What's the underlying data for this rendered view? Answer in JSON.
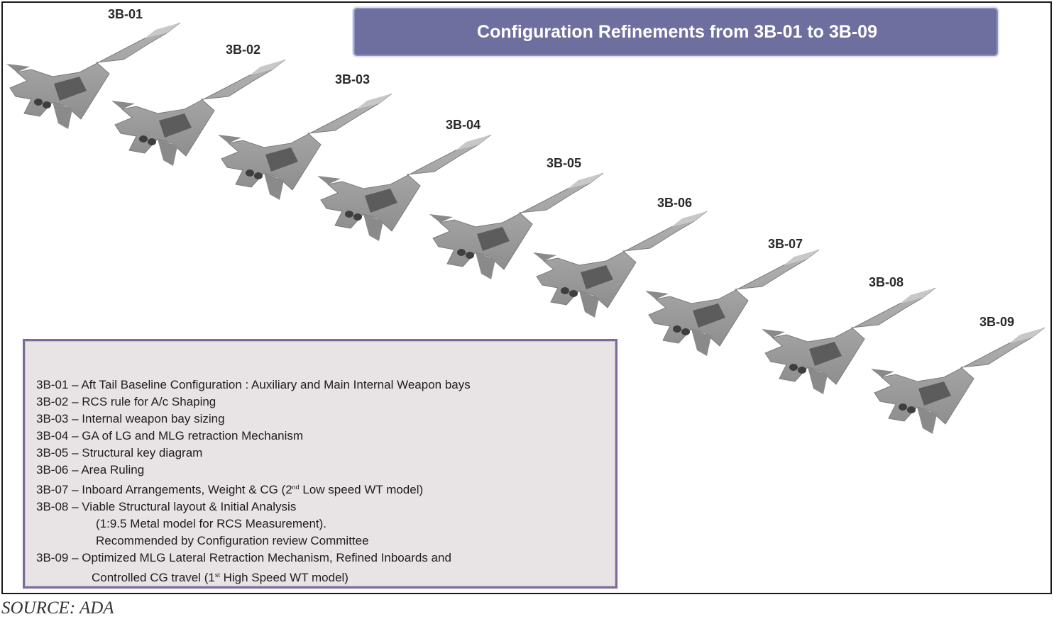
{
  "title": "Configuration Refinements  from 3B-01 to 3B-09",
  "jets": [
    {
      "label": "3B-01"
    },
    {
      "label": "3B-02"
    },
    {
      "label": "3B-03"
    },
    {
      "label": "3B-04"
    },
    {
      "label": "3B-05"
    },
    {
      "label": "3B-06"
    },
    {
      "label": "3B-07"
    },
    {
      "label": "3B-08"
    },
    {
      "label": "3B-09"
    }
  ],
  "notes": {
    "n1": "3B-01 – Aft Tail Baseline Configuration :  Auxiliary and Main Internal Weapon bays",
    "n2": "3B-02 – RCS rule for A/c Shaping",
    "n3": "3B-03 – Internal weapon bay sizing",
    "n4": "3B-04 – GA of LG and MLG retraction Mechanism",
    "n5": "3B-05 – Structural key diagram",
    "n6": "3B-06 – Area Ruling",
    "n7_pre": "3B-07 – Inboard Arrangements, Weight & CG (2",
    "n7_sup": "nd",
    "n7_post": "  Low speed WT model)",
    "n8a": "3B-08 – Viable Structural  layout  &  Initial Analysis",
    "n8b": "(1:9.5  Metal model for RCS Measurement).",
    "n8c": "Recommended by Configuration review Committee",
    "n9a": "3B-09 – Optimized MLG Lateral Retraction Mechanism, Refined Inboards and",
    "n9b_pre": "Controlled CG travel  (1",
    "n9b_sup": "st",
    "n9b_post": " High Speed WT model)"
  },
  "source": "SOURCE: ADA",
  "colors": {
    "banner": "#6e6f9f",
    "box_border": "#7d6a9a",
    "box_fill": "#e8e3e5",
    "aircraft": "#9a9a9a"
  }
}
